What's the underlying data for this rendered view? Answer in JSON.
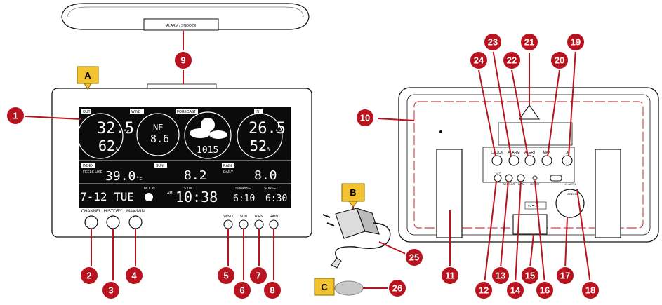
{
  "top_view": {
    "button_label": "ALARM / SNOOZE"
  },
  "front": {
    "buttons": [
      "CHANNEL",
      "HISTORY",
      "MAX/MIN",
      "WIND",
      "SUN",
      "RAIN",
      "RAIN"
    ],
    "lcd": {
      "out": "OUT",
      "out_temp": "32.5",
      "out_unit": "°c",
      "out_hum": "62",
      "wind": "WIND",
      "wind_dir": "NE",
      "wind_speed": "8.6",
      "forecast": "FORECAST",
      "pressure": "1015",
      "in": "IN",
      "in_temp": "26.5",
      "in_unit": "°c",
      "in_hum": "52",
      "index": "INDEX",
      "index_sub": "FEELS LIKE",
      "index_val": "39.0",
      "index_unit": "°c",
      "sun": "SUN",
      "sun_val": "8.2",
      "rain": "RAIN",
      "rain_sub": "DAILY",
      "rain_val": "8.0",
      "date": "7-12 TUE",
      "moon": "MOON",
      "am": "AM",
      "time": "10:38",
      "sync": "SYNC",
      "sunrise": "SUNRISE",
      "sunrise_time": "6:10",
      "sunset": "SUNSET",
      "sunset_time": "6:30"
    }
  },
  "back": {
    "buttons_top": [
      "CLOCK",
      "ALARM",
      "ALERT",
      "MAX",
      "∧"
    ],
    "buttons_bottom": [
      "°C/°F",
      "SENSOR",
      "HPA",
      "RESET"
    ],
    "switch_label": "LO AUTO",
    "battery_label": "CR2032",
    "power_label": "5V ⎓ 1A"
  },
  "tags": [
    "A",
    "B",
    "C"
  ],
  "callouts": [
    "1",
    "2",
    "3",
    "4",
    "5",
    "6",
    "7",
    "8",
    "9",
    "10",
    "11",
    "12",
    "13",
    "14",
    "15",
    "16",
    "17",
    "18",
    "19",
    "20",
    "21",
    "22",
    "23",
    "24",
    "25",
    "26"
  ]
}
